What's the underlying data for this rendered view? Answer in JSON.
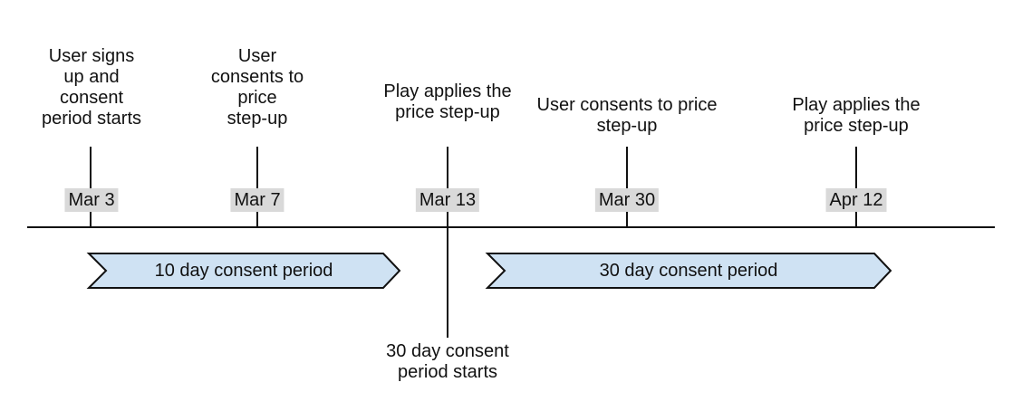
{
  "diagram": {
    "type": "timeline",
    "events": [
      {
        "date": "Mar 3",
        "label": [
          "User signs",
          "up and",
          "consent",
          "period starts"
        ]
      },
      {
        "date": "Mar 7",
        "label": [
          "User",
          "consents to",
          "price",
          "step-up"
        ]
      },
      {
        "date": "Mar 13",
        "label": [
          "Play applies the",
          "price step-up"
        ],
        "below_note": [
          "30 day consent",
          "period starts"
        ]
      },
      {
        "date": "Mar 30",
        "label": [
          "User consents to price",
          "step-up"
        ]
      },
      {
        "date": "Apr 12",
        "label": [
          "Play applies the",
          "price step-up"
        ]
      }
    ],
    "periods": [
      {
        "label": "10 day consent period"
      },
      {
        "label": "30 day consent period"
      }
    ]
  },
  "colors": {
    "banner_fill": "#cfe2f3",
    "banner_border": "#111111",
    "date_label_bg": "#d9d9d9",
    "line": "#111111",
    "text": "#111111",
    "background": "#ffffff"
  }
}
